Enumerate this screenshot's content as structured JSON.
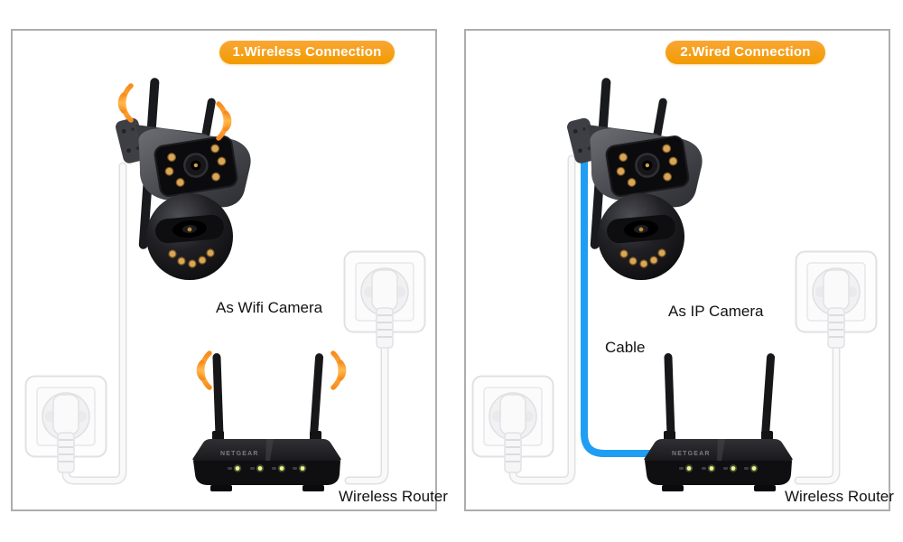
{
  "colors": {
    "panel_border": "#adadad",
    "badge_gradient_top": "#f9a635",
    "badge_gradient_bottom": "#f29b00",
    "badge_text": "#ffffff",
    "wifi_arc_orange": "#f78c1e",
    "wifi_arc_yellow": "#ffb94d",
    "cable_blue": "#1f9ef3",
    "cable_white": "#f9f9f9",
    "camera_led_gold": "#d9a759",
    "router_led_green": "#e4fb8d",
    "label_text": "#121212"
  },
  "panels": [
    {
      "badge_label": "1.Wireless Connection",
      "camera_label": "As Wifi Camera",
      "router_label": "Wireless Router",
      "router_brand": "NETGEAR",
      "connection_type": "wireless"
    },
    {
      "badge_label": "2.Wired Connection",
      "camera_label": "As IP Camera",
      "cable_label": "Cable",
      "router_label": "Wireless Router",
      "router_brand": "NETGEAR",
      "connection_type": "wired"
    }
  ]
}
